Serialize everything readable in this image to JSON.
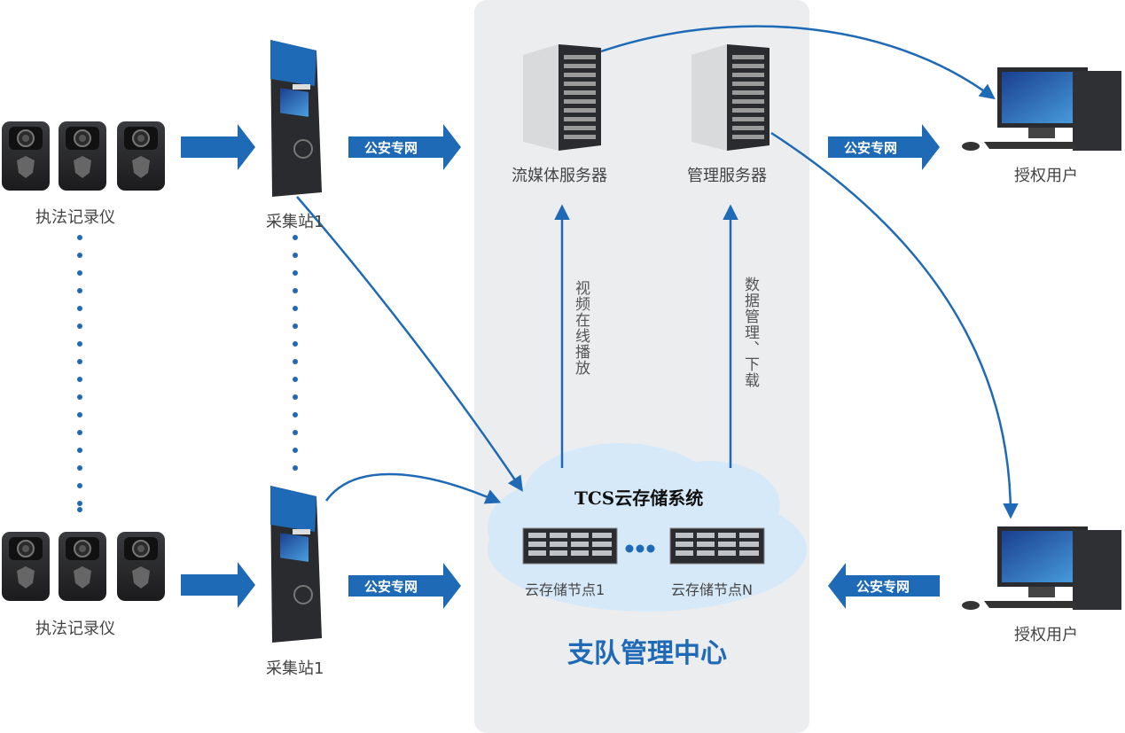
{
  "devices": {
    "recorder_label": "执法记录仪",
    "station_label": "采集站1",
    "streaming_server_label": "流媒体服务器",
    "mgmt_server_label": "管理服务器",
    "auth_user_label": "授权用户"
  },
  "links": {
    "police_net": "公安专网",
    "video_online": "视频在线播放",
    "data_manage": "数据管理、下载"
  },
  "cloud": {
    "title": "TCS云存储系统",
    "node_1": "云存储节点1",
    "node_n": "云存储节点N"
  },
  "center": {
    "title": "支队管理中心"
  },
  "colors": {
    "accent": "#1e6ab6",
    "panel": "#ecedef",
    "cloud": "#d6e9f8",
    "device": "#2a2a2c"
  }
}
